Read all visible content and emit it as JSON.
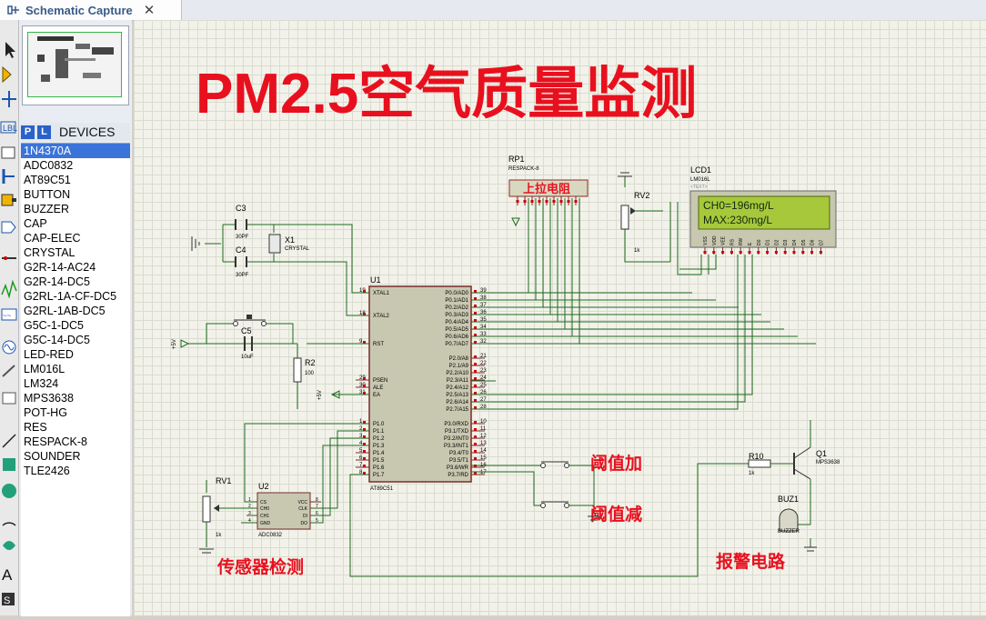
{
  "window": {
    "tab_title": "Schematic Capture"
  },
  "panel": {
    "p_button": "P",
    "l_button": "L",
    "devices_title": "DEVICES",
    "devices": [
      "1N4370A",
      "ADC0832",
      "AT89C51",
      "BUTTON",
      "BUZZER",
      "CAP",
      "CAP-ELEC",
      "CRYSTAL",
      "G2R-14-AC24",
      "G2R-14-DC5",
      "G2RL-1A-CF-DC5",
      "G2RL-1AB-DC5",
      "G5C-1-DC5",
      "G5C-14-DC5",
      "LED-RED",
      "LM016L",
      "LM324",
      "MPS3638",
      "POT-HG",
      "RES",
      "RESPACK-8",
      "SOUNDER",
      "TLE2426"
    ],
    "selected": "1N4370A"
  },
  "schematic": {
    "main_title": "PM2.5空气质量监测",
    "labels": {
      "sensor": "传感器检测",
      "alarm": "报警电路",
      "threshold_up": "阈值加",
      "threshold_down": "阈值减",
      "pullup": "上拉电阻"
    },
    "lcd": {
      "ref": "LCD1",
      "part": "LM016L",
      "line1": "CH0=196mg/L",
      "line2": "MAX:230mg/L",
      "pins": [
        "VSS",
        "VDD",
        "VEE",
        "RS",
        "RW",
        "E",
        "D0",
        "D1",
        "D2",
        "D3",
        "D4",
        "D5",
        "D6",
        "D7"
      ]
    },
    "mcu": {
      "ref": "U1",
      "part": "AT89C51",
      "left_pins": [
        [
          "19",
          "XTAL1"
        ],
        [
          "18",
          "XTAL2"
        ],
        [
          "9",
          "RST"
        ],
        [
          "29",
          "PSEN"
        ],
        [
          "30",
          "ALE"
        ],
        [
          "31",
          "EA"
        ],
        [
          "1",
          "P1.0"
        ],
        [
          "2",
          "P1.1"
        ],
        [
          "3",
          "P1.2"
        ],
        [
          "4",
          "P1.3"
        ],
        [
          "5",
          "P1.4"
        ],
        [
          "6",
          "P1.5"
        ],
        [
          "7",
          "P1.6"
        ],
        [
          "8",
          "P1.7"
        ]
      ],
      "right_pins": [
        [
          "39",
          "P0.0/AD0"
        ],
        [
          "38",
          "P0.1/AD1"
        ],
        [
          "37",
          "P0.2/AD2"
        ],
        [
          "36",
          "P0.3/AD3"
        ],
        [
          "35",
          "P0.4/AD4"
        ],
        [
          "34",
          "P0.5/AD5"
        ],
        [
          "33",
          "P0.6/AD6"
        ],
        [
          "32",
          "P0.7/AD7"
        ],
        [
          "21",
          "P2.0/A8"
        ],
        [
          "22",
          "P2.1/A9"
        ],
        [
          "23",
          "P2.2/A10"
        ],
        [
          "24",
          "P2.3/A11"
        ],
        [
          "25",
          "P2.4/A12"
        ],
        [
          "26",
          "P2.5/A13"
        ],
        [
          "27",
          "P2.6/A14"
        ],
        [
          "28",
          "P2.7/A15"
        ],
        [
          "10",
          "P3.0/RXD"
        ],
        [
          "11",
          "P3.1/TXD"
        ],
        [
          "12",
          "P3.2/INT0"
        ],
        [
          "13",
          "P3.3/INT1"
        ],
        [
          "14",
          "P3.4/T0"
        ],
        [
          "15",
          "P3.5/T1"
        ],
        [
          "16",
          "P3.6/WR"
        ],
        [
          "17",
          "P3.7/RD"
        ]
      ]
    },
    "adc": {
      "ref": "U2",
      "part": "ADC0832",
      "left": [
        [
          "1",
          "CS"
        ],
        [
          "2",
          "CH0"
        ],
        [
          "3",
          "CH1"
        ],
        [
          "4",
          "GND"
        ]
      ],
      "right": [
        [
          "8",
          "VCC"
        ],
        [
          "7",
          "CLK"
        ],
        [
          "6",
          "DI"
        ],
        [
          "5",
          "DO"
        ]
      ]
    },
    "components": {
      "c3": "C3",
      "c3_val": "30PF",
      "c4": "C4",
      "c4_val": "30PF",
      "x1": "X1",
      "x1_val": "CRYSTAL",
      "c5": "C5",
      "c5_val": "10uF",
      "r2": "R2",
      "r2_val": "100",
      "rp1": "RP1",
      "rp1_val": "RESPACK-8",
      "rv1": "RV1",
      "rv1_val": "1k",
      "rv2": "RV2",
      "rv2_val": "1k",
      "r10": "R10",
      "r10_val": "1k",
      "q1": "Q1",
      "q1_val": "MPS3638",
      "buz1": "BUZ1",
      "buz1_val": "BUZZER",
      "vcc1": "+5V",
      "vcc2": "+5V",
      "text_tag": "<TEXT>"
    }
  }
}
